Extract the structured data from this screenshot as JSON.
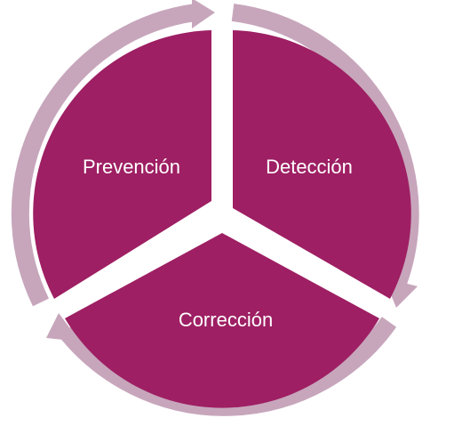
{
  "diagram": {
    "segments": [
      {
        "label": "Prevención"
      },
      {
        "label": "Detección"
      },
      {
        "label": "Corrección"
      }
    ]
  },
  "colors": {
    "segment_fill": "#9e1f63",
    "arrow_ring": "#c7a6bc",
    "label_text": "#ffffff",
    "background": "#ffffff"
  }
}
